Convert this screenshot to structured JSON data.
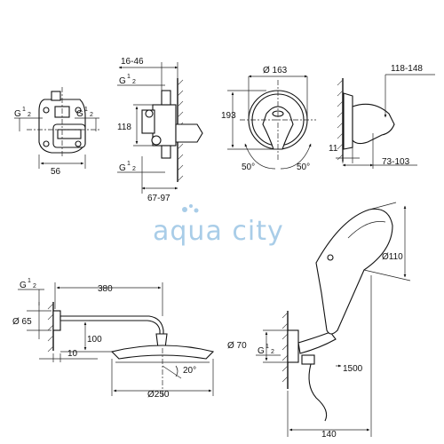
{
  "watermark": "aqua city",
  "views": {
    "box_front": {
      "g_left": {
        "base": "G",
        "num": "1",
        "den": "2"
      },
      "g_right": {
        "base": "G",
        "num": "1",
        "den": "2"
      },
      "width": "56"
    },
    "box_side": {
      "depth_range": "16-46",
      "g_top": {
        "base": "G",
        "num": "1",
        "den": "2"
      },
      "height": "118",
      "g_bottom": {
        "base": "G",
        "num": "1",
        "den": "2"
      },
      "projection_range": "67-97"
    },
    "trim_plate": {
      "diameter": "Ø 163",
      "height": "193",
      "angle_left": "50°",
      "angle_right": "50°"
    },
    "trim_side": {
      "lever_projection": "118-148",
      "plate_depth": "11",
      "lever_offset": "73-103"
    },
    "shower_arm": {
      "g_inlet": {
        "base": "G",
        "num": "1",
        "den": "2"
      },
      "arm_length": "380",
      "flange_diameter": "Ø 65",
      "drop": "100",
      "flange_depth": "10",
      "tilt": "20°",
      "head_diameter": "Ø250"
    },
    "hand_shower": {
      "head_diameter": "Ø110",
      "outlet_diameter": "Ø 70",
      "g_outlet": {
        "base": "G",
        "num": "1",
        "den": "2"
      },
      "hose_length": "1500",
      "projection": "140"
    }
  }
}
